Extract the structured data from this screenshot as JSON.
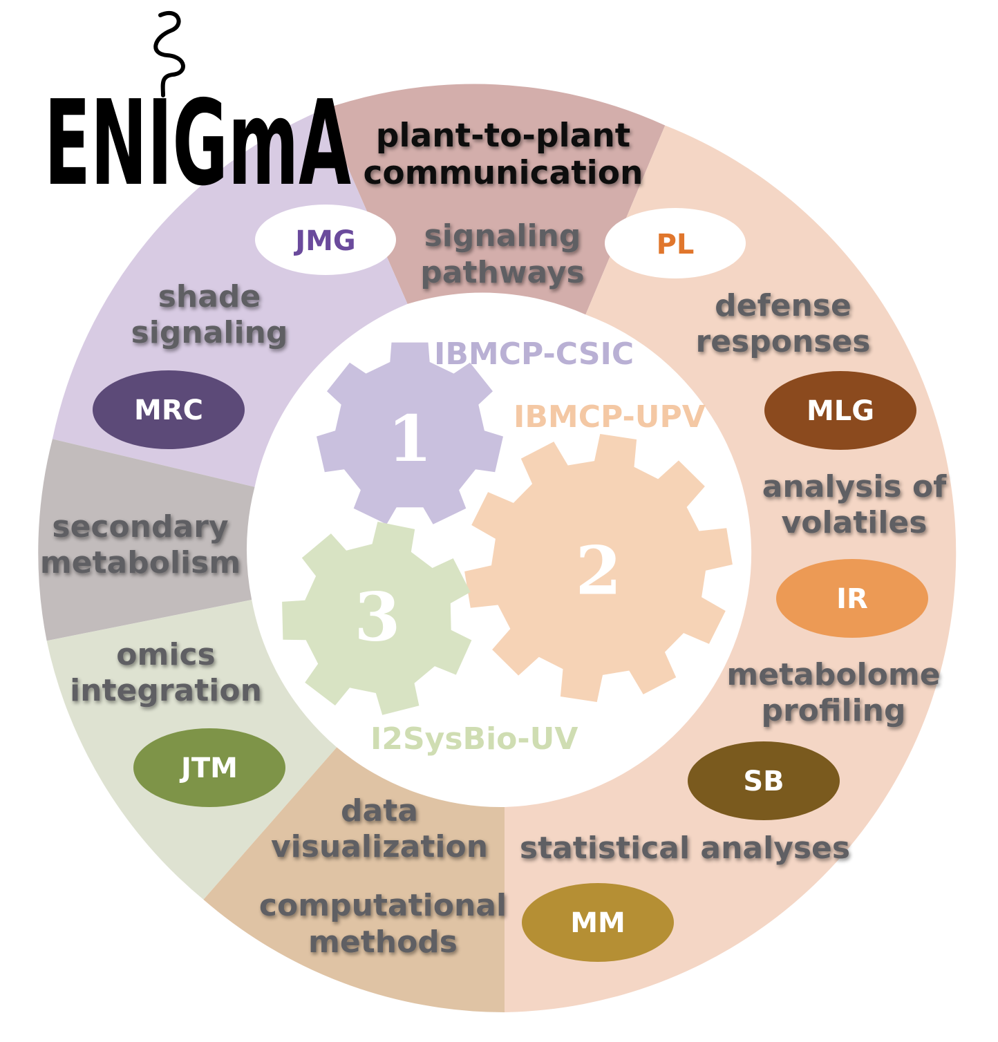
{
  "logo": {
    "text": "ENIGmA"
  },
  "sectors": {
    "top": {
      "title_lines": [
        "plant-to-plant",
        "communication"
      ],
      "topic_lines": [
        "signaling",
        "pathways"
      ]
    },
    "shade": {
      "lines": [
        "shade",
        "signaling"
      ]
    },
    "secondary": {
      "lines": [
        "secondary",
        "metabolism"
      ]
    },
    "omics": {
      "lines": [
        "omics",
        "integration"
      ]
    },
    "dataviz": {
      "lines": [
        "data",
        "visualization"
      ]
    },
    "computational": {
      "lines": [
        "computational",
        "methods"
      ]
    },
    "defense": {
      "lines": [
        "defense",
        "responses"
      ]
    },
    "volatiles": {
      "lines": [
        "analysis of",
        "volatiles"
      ]
    },
    "metabolome": {
      "lines": [
        "metabolome",
        "profiling"
      ]
    },
    "statistical": {
      "lines": [
        "statistical analyses"
      ]
    }
  },
  "people": [
    {
      "id": "JMG",
      "label": "JMG",
      "fill": "#ffffff",
      "text_color": "#6a4a9c"
    },
    {
      "id": "PL",
      "label": "PL",
      "fill": "#ffffff",
      "text_color": "#e0762c"
    },
    {
      "id": "MRC",
      "label": "MRC",
      "fill": "#5c4a78",
      "text_color": "#ffffff"
    },
    {
      "id": "MLG",
      "label": "MLG",
      "fill": "#8b4a1e",
      "text_color": "#ffffff"
    },
    {
      "id": "IR",
      "label": "IR",
      "fill": "#ec9a55",
      "text_color": "#ffffff"
    },
    {
      "id": "SB",
      "label": "SB",
      "fill": "#7a5a1e",
      "text_color": "#ffffff"
    },
    {
      "id": "JTM",
      "label": "JTM",
      "fill": "#7e9448",
      "text_color": "#ffffff"
    },
    {
      "id": "MM",
      "label": "MM",
      "fill": "#b58f34",
      "text_color": "#ffffff"
    }
  ],
  "institutions": [
    {
      "label": "IBMCP-CSIC",
      "color": "#b9b0d4"
    },
    {
      "label": "IBMCP-UPV",
      "color": "#f4c8a4"
    },
    {
      "label": "I2SysBio-UV",
      "color": "#cfddb2"
    }
  ],
  "gears": [
    {
      "number": "1",
      "color": "#c9c0de"
    },
    {
      "number": "2",
      "color": "#f6d3b6"
    },
    {
      "number": "3",
      "color": "#d8e3c3"
    }
  ],
  "colors": {
    "sector_top": "#d3aeab",
    "sector_purple": "#d8cbe3",
    "sector_gray": "#c2bcbc",
    "sector_green": "#dee2d1",
    "sector_tan": "#dfc3a4",
    "sector_peach": "#f4d6c5",
    "label_text": "#5f5f63"
  }
}
